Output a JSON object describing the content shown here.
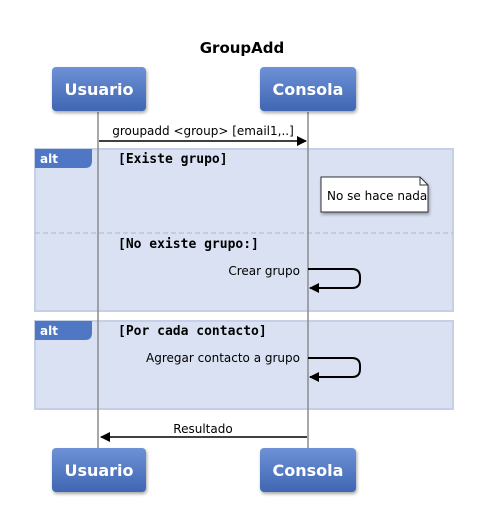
{
  "title": "GroupAdd",
  "actors": {
    "left": "Usuario",
    "right": "Consola"
  },
  "messages": {
    "call": "groupadd <group> [email1,..]",
    "self_create": "Crear grupo",
    "self_add": "Agregar contacto a grupo",
    "result": "Resultado"
  },
  "fragments": {
    "alt1": {
      "tag": "alt",
      "guard_1": "[Existe grupo]",
      "guard_2": "[No existe grupo:]"
    },
    "alt2": {
      "tag": "alt",
      "guard_1": "[Por cada contacto]"
    }
  },
  "note": "No se hace nada",
  "colors": {
    "actor_fill": "#4f77c3",
    "fragment_fill": "#d9e1f2",
    "fragment_border": "#c9d3e8"
  }
}
